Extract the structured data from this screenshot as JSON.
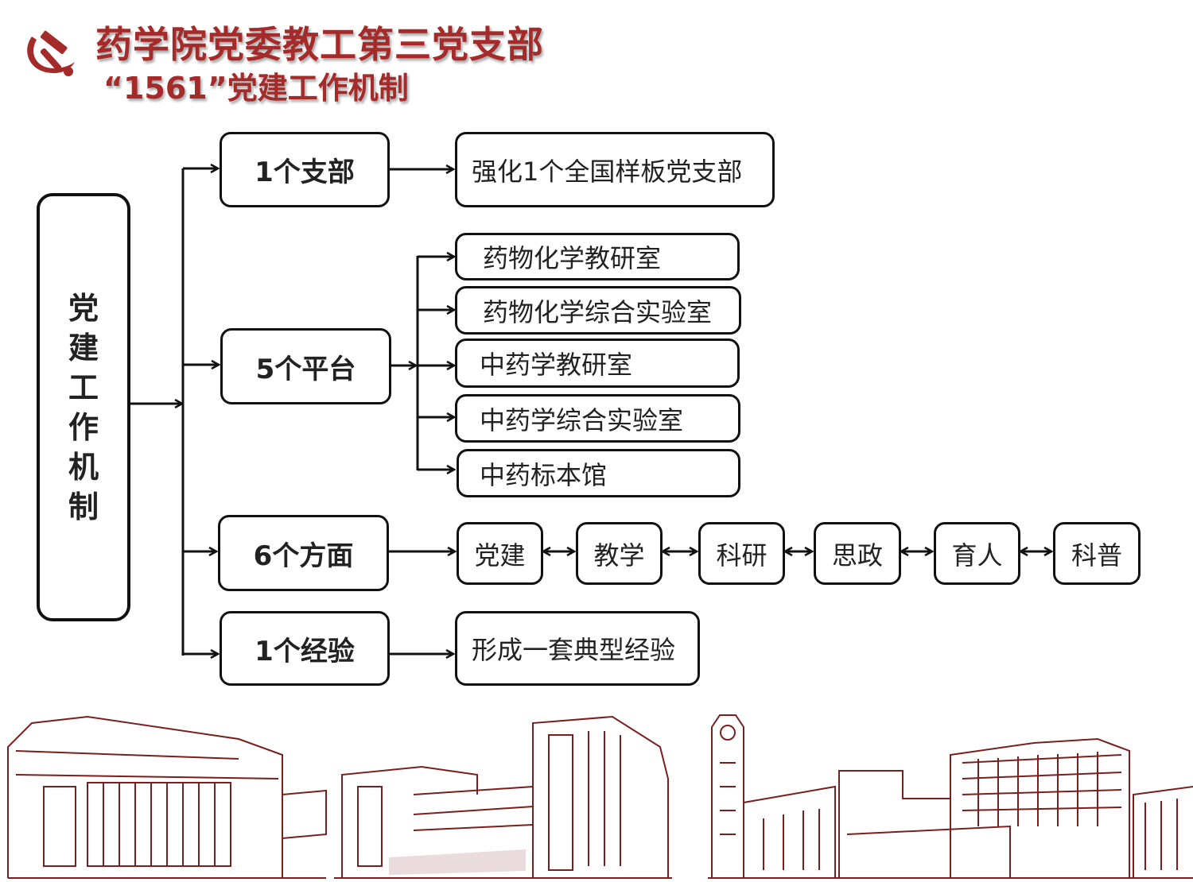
{
  "header": {
    "title": "药学院党委教工第三党支部",
    "subtitle": "“1561”党建工作机制"
  },
  "root": {
    "chars": [
      "党",
      "建",
      "工",
      "作",
      "机",
      "制"
    ]
  },
  "branches": {
    "branch": {
      "label": "1个支部",
      "child": "强化1个全国样板党支部"
    },
    "platforms": {
      "label": "5个平台",
      "items": [
        "药物化学教研室",
        "药物化学综合实验室",
        "中药学教研室",
        "中药学综合实验室",
        "中药标本馆"
      ]
    },
    "aspects": {
      "label": "6个方面",
      "items": [
        "党建",
        "教学",
        "科研",
        "思政",
        "育人",
        "科普"
      ]
    },
    "experience": {
      "label": "1个经验",
      "child": "形成一套典型经验"
    }
  },
  "colors": {
    "accent": "#a52a2a",
    "line": "#111111"
  },
  "icons": {
    "emblem": "hammer-sickle-icon"
  }
}
